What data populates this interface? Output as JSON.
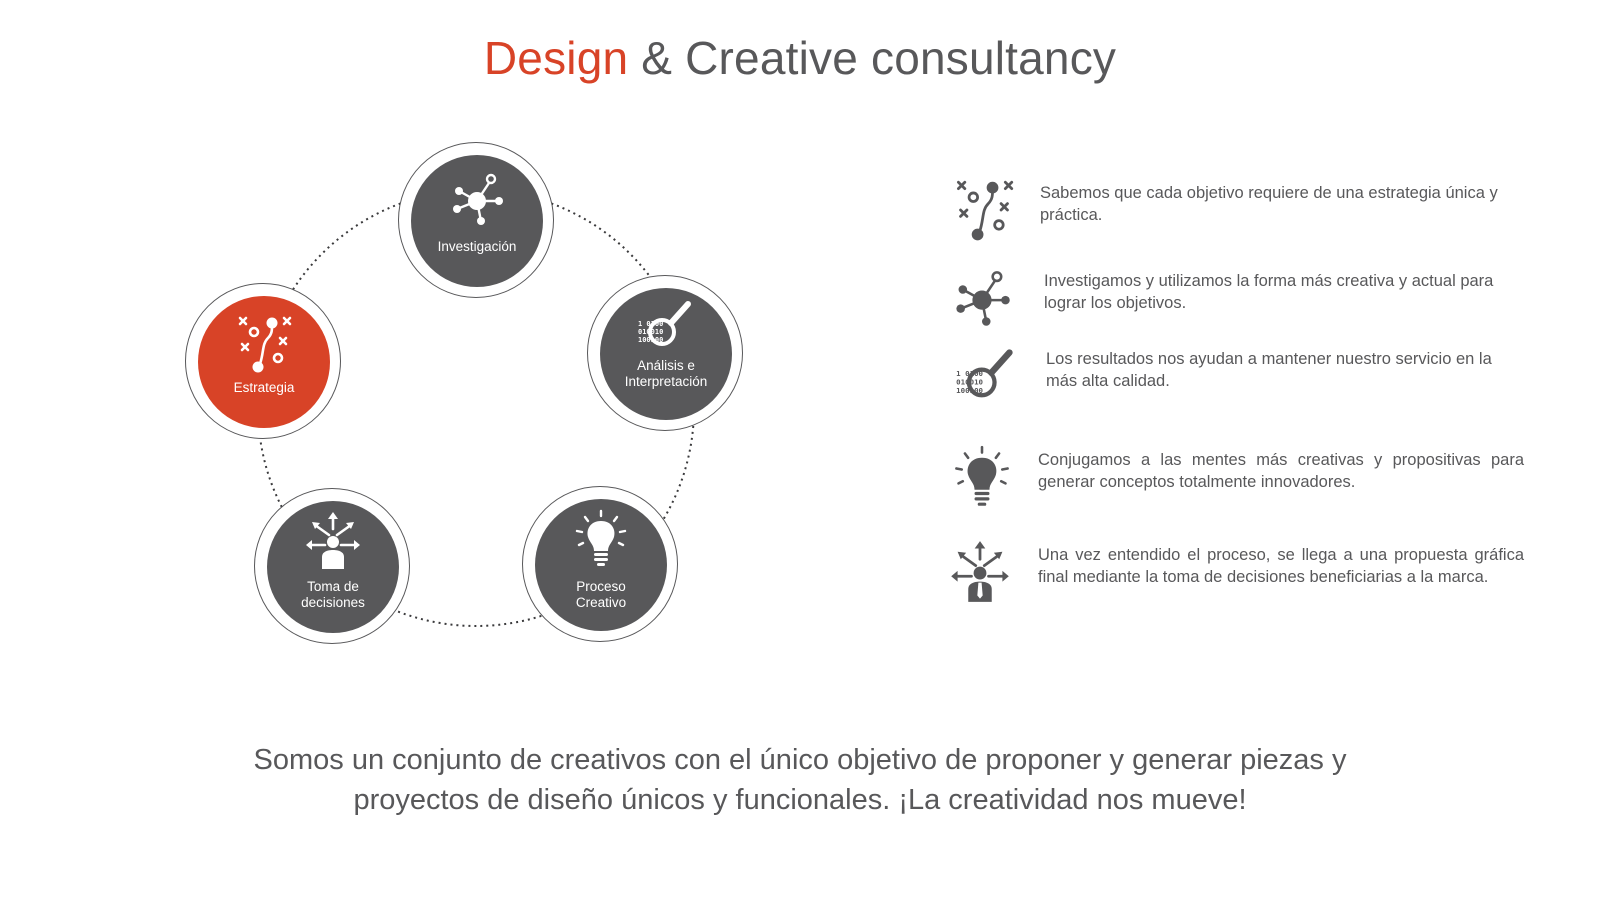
{
  "header": {
    "title_accent": "Design",
    "title_rest": " & Creative consultancy"
  },
  "cycle": {
    "nodes": [
      {
        "label": "Investigación",
        "icon": "network-icon"
      },
      {
        "label": "Análisis e Interpretación",
        "label_line1": "Análisis e",
        "label_line2": "Interpretación",
        "icon": "data-magnifier-icon"
      },
      {
        "label": "Proceso Creativo",
        "label_line1": "Proceso",
        "label_line2": "Creativo",
        "icon": "lightbulb-icon"
      },
      {
        "label": "Toma de decisiones",
        "label_line1": "Toma de",
        "label_line2": "decisiones",
        "icon": "decision-person-icon"
      },
      {
        "label": "Estrategia",
        "icon": "strategy-icon",
        "active": true
      }
    ]
  },
  "features": [
    {
      "icon": "strategy-icon",
      "text": "Sabemos que cada objetivo requiere de una estrategia única y práctica."
    },
    {
      "icon": "network-icon",
      "text": "Investigamos y utilizamos la forma más creativa y actual para lograr los objetivos."
    },
    {
      "icon": "data-magnifier-icon",
      "text": "Los resultados nos ayudan a mantener nuestro servicio en la más alta calidad."
    },
    {
      "icon": "lightbulb-icon",
      "text": "Conjugamos a las mentes más creativas y propositivas para generar conceptos totalmente innovadores."
    },
    {
      "icon": "decision-person-icon",
      "text": "Una vez entendido el proceso, se llega a una propuesta gráfica final mediante la toma de decisiones beneficiarias a la marca."
    }
  ],
  "footer": {
    "tagline": "Somos un conjunto de creativos con el único objetivo de proponer y generar piezas y proyectos de diseño únicos y funcionales. ¡La creatividad nos mueve!"
  },
  "colors": {
    "accent": "#d84327",
    "gray": "#58585a"
  }
}
